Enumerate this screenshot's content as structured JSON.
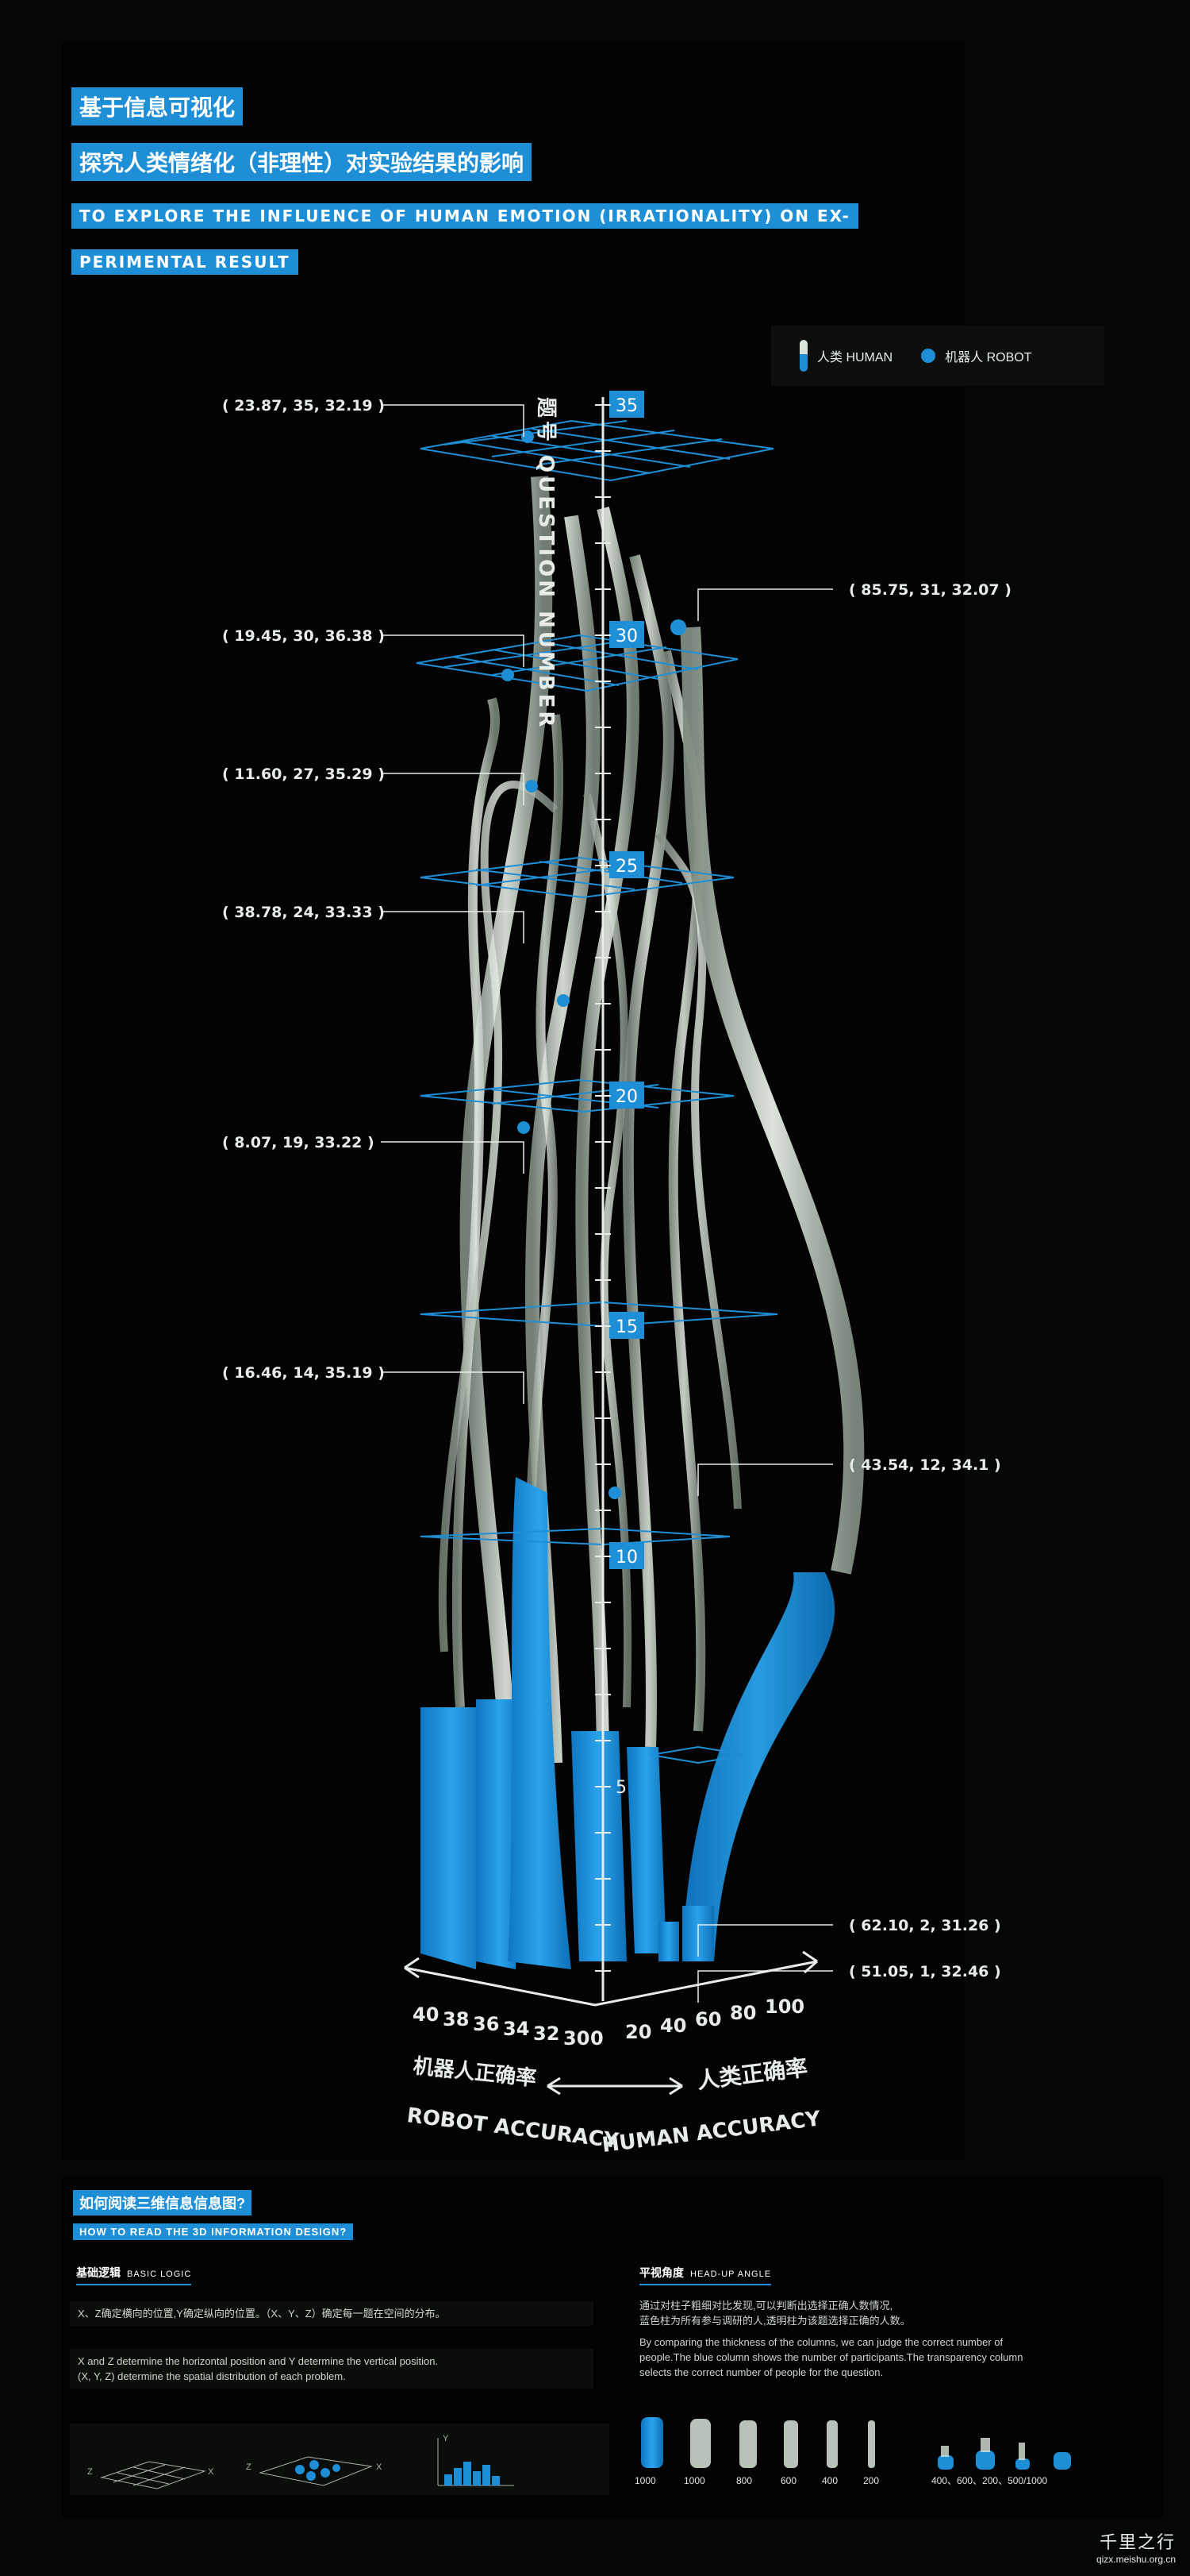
{
  "header": {
    "title_cn_1": "基于信息可视化",
    "title_cn_2": "探究人类情绪化（非理性）对实验结果的影响",
    "title_en_1": "TO EXPLORE THE INFLUENCE OF HUMAN EMOTION (IRRATIONALITY) ON EX-",
    "title_en_2": "PERIMENTAL RESULT"
  },
  "legend": {
    "human": "人类 HUMAN",
    "robot": "机器人 ROBOT",
    "colors": {
      "human": "#d9e4d9",
      "robot": "#1e8fd6"
    }
  },
  "chart_data": {
    "type": "other",
    "vertical_axis_label": "题号 QUESTION NUMBER",
    "question_ticks": [
      "35",
      "30",
      "25",
      "20",
      "15",
      "10",
      "5"
    ],
    "left_axis": {
      "ticks": [
        "40",
        "38",
        "36",
        "34",
        "32",
        "30"
      ],
      "label_cn": "机器人正确率",
      "label_en": "ROBOT ACCURACY"
    },
    "right_axis": {
      "ticks": [
        "0",
        "20",
        "40",
        "60",
        "80",
        "100"
      ],
      "label_cn": "人类正确率",
      "label_en": "HUMAN ACCURACY"
    },
    "callouts": [
      {
        "text": "( 23.87,  35,  32.19 )",
        "x": 23.87,
        "y": 35,
        "z": 32.19
      },
      {
        "text": "( 85.75,  31,  32.07 )",
        "x": 85.75,
        "y": 31,
        "z": 32.07
      },
      {
        "text": "( 19.45,  30,  36.38 )",
        "x": 19.45,
        "y": 30,
        "z": 36.38
      },
      {
        "text": "( 11.60,  27,  35.29 )",
        "x": 11.6,
        "y": 27,
        "z": 35.29
      },
      {
        "text": "( 38.78,  24,  33.33 )",
        "x": 38.78,
        "y": 24,
        "z": 33.33
      },
      {
        "text": "( 8.07,  19,  33.22 )",
        "x": 8.07,
        "y": 19,
        "z": 33.22
      },
      {
        "text": "( 16.46,  14,  35.19 )",
        "x": 16.46,
        "y": 14,
        "z": 35.19
      },
      {
        "text": "( 43.54,  12,  34.1 )",
        "x": 43.54,
        "y": 12,
        "z": 34.1
      },
      {
        "text": "( 62.10,  2,  31.26 )",
        "x": 62.1,
        "y": 2,
        "z": 31.26
      },
      {
        "text": "( 51.05,  1,  32.46 )",
        "x": 51.05,
        "y": 1,
        "z": 32.46
      }
    ]
  },
  "guide": {
    "title_cn": "如何阅读三维信息信息图?",
    "title_en": "HOW TO READ THE 3D INFORMATION DESIGN?",
    "basic_logic": {
      "title_cn": "基础逻辑",
      "title_en": "BASIC LOGIC",
      "text_cn": "X、Z确定横向的位置,Y确定纵向的位置。（X、Y、Z）确定每一题在空间的分布。",
      "text_en_1": "X and Z determine the horizontal position and Y determine the vertical position.",
      "text_en_2": "(X, Y, Z) determine the spatial distribution of each problem.",
      "axis_letters": [
        "Z",
        "X",
        "Z",
        "X",
        "Y"
      ]
    },
    "head_up": {
      "title_cn": "平视角度",
      "title_en": "HEAD-UP ANGLE",
      "text_cn_1": "通过对柱子粗细对比发现,可以判断出选择正确人数情况,",
      "text_cn_2": "蓝色柱为所有参与调研的人,透明柱为该题选择正确的人数。",
      "text_en_1": "By comparing the thickness of the columns, we can judge the correct number of",
      "text_en_2": "people.The blue column shows the number of participants.The transparency column",
      "text_en_3": "selects the correct number of people for the question.",
      "column_labels": [
        "1000",
        "1000",
        "800",
        "600",
        "400",
        "200"
      ],
      "robot_caption": "400、600、200、500/1000"
    }
  },
  "watermark": {
    "brand": "千里之行",
    "url": "qizx.meishu.org.cn"
  }
}
